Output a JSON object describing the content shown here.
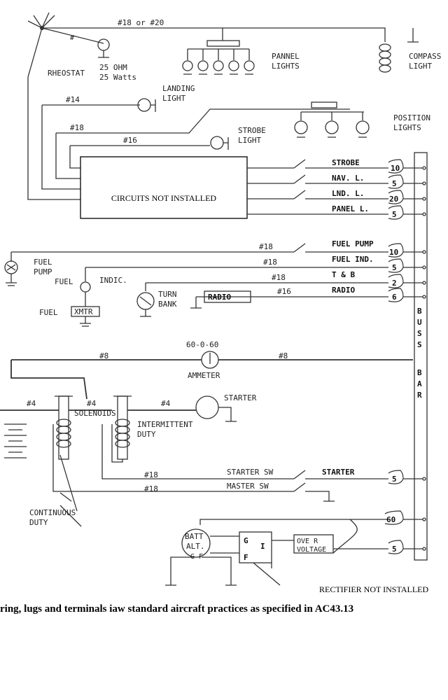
{
  "labels": {
    "rheostat": "RHEOSTAT",
    "rheostat_ohm": "25 OHM",
    "rheostat_watts": "25 Watts",
    "wire_18_or_20": "#18 or #20",
    "wire_hash": "#",
    "pannel_lights_1": "PANNEL",
    "pannel_lights_2": "LIGHTS",
    "compass_light_1": "COMPASS",
    "compass_light_2": "LIGHT",
    "landing_light_1": "LANDING",
    "landing_light_2": "LIGHT",
    "wire_14": "#14",
    "wire_18a": "#18",
    "wire_16a": "#16",
    "strobe_light_1": "STROBE",
    "strobe_light_2": "LIGHT",
    "position_lights_1": "POSITION",
    "position_lights_2": "LIGHTS",
    "circuits_not_installed": "CIRCUITS NOT INSTALLED",
    "fuel_pump_1": "FUEL",
    "fuel_pump_2": "PUMP",
    "fuel_indic_1": "FUEL",
    "fuel_indic_2": "INDIC.",
    "fuel_label": "FUEL",
    "xmtr": "XMTR",
    "turn_bank_1": "TURN",
    "turn_bank_2": "BANK",
    "radio_box": "RADIO",
    "wire_18b": "#18",
    "wire_18c": "#18",
    "wire_18d": "#18",
    "wire_16b": "#16",
    "ammeter_scale": "60-0-60",
    "ammeter": "AMMETER",
    "wire_8a": "#8",
    "wire_8b": "#8",
    "wire_4a": "#4",
    "wire_4b": "#4",
    "wire_4c": "#4",
    "solenoids": "SOLENOIDS",
    "starter": "STARTER",
    "intermittent_1": "INTERMITTENT",
    "intermittent_2": "DUTY",
    "starter_sw": "STARTER SW",
    "master_sw": "MASTER SW",
    "wire_18e": "#18",
    "wire_18f": "#18",
    "continuous_1": "CONTINUOUS",
    "continuous_2": "DUTY",
    "batt_alt_1": "BATT",
    "batt_alt_2": "ALT.",
    "batt_alt_3": "G F",
    "reg_g": "G",
    "reg_f": "F",
    "reg_i": "I",
    "over_voltage_1": "OVE R",
    "over_voltage_2": "VOLTAGE",
    "rectifier_not_installed": "RECTIFIER NOT INSTALLED",
    "buss_bar": [
      "B",
      "U",
      "S",
      "S",
      "B",
      "A",
      "R"
    ]
  },
  "circuits": [
    {
      "name": "STROBE",
      "fuse": "10"
    },
    {
      "name": "NAV. L.",
      "fuse": "5"
    },
    {
      "name": "LND. L.",
      "fuse": "20"
    },
    {
      "name": "PANEL L.",
      "fuse": "5"
    },
    {
      "name": "FUEL PUMP",
      "fuse": "10"
    },
    {
      "name": "FUEL IND.",
      "fuse": "5"
    },
    {
      "name": "T & B",
      "fuse": "2"
    },
    {
      "name": "RADIO",
      "fuse": "6"
    },
    {
      "name": "STARTER",
      "fuse": "5"
    },
    {
      "name": "",
      "fuse": "60"
    },
    {
      "name": "",
      "fuse": "5"
    }
  ],
  "caption": "ring, lugs and terminals iaw standard aircraft practices as specified in AC43.13"
}
